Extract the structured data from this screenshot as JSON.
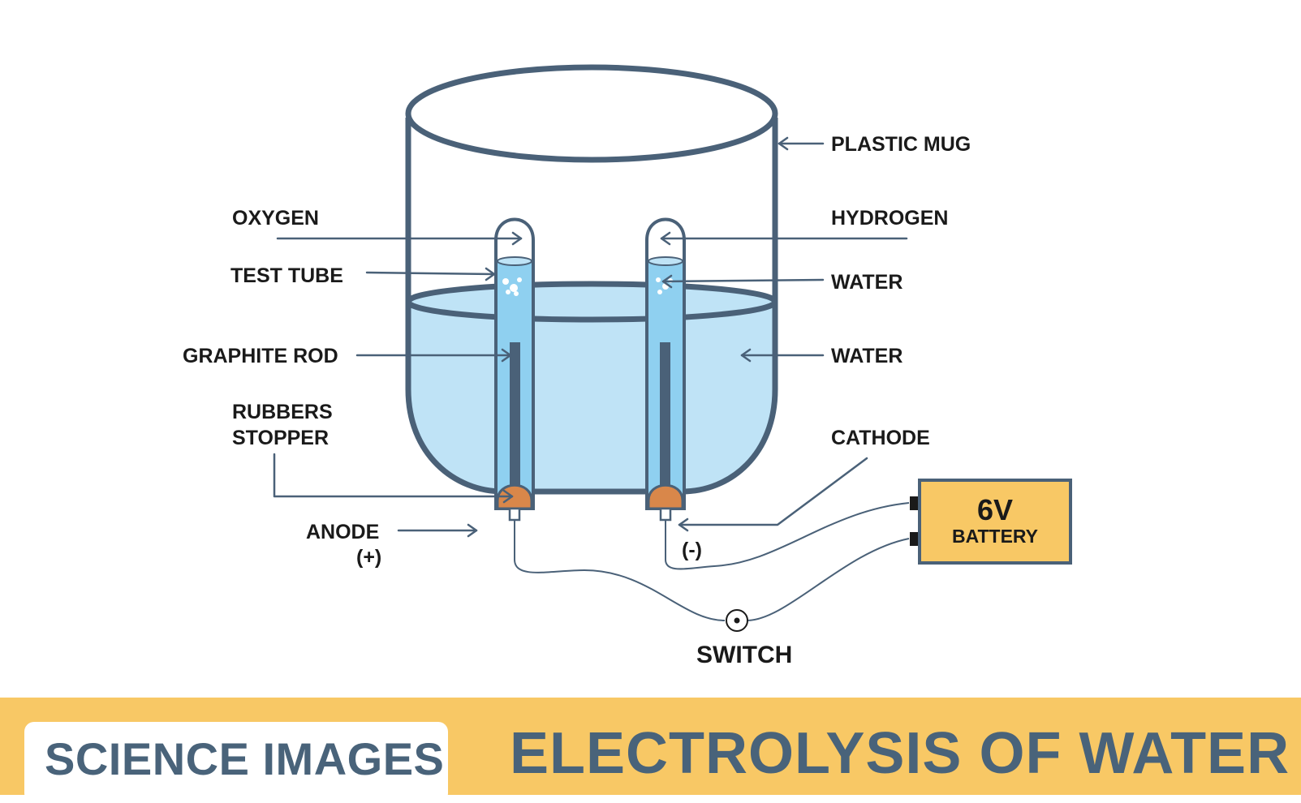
{
  "labels": {
    "plastic_mug": "PLASTIC MUG",
    "oxygen": "OXYGEN",
    "hydrogen": "HYDROGEN",
    "test_tube": "TEST TUBE",
    "water_tube": "WATER",
    "graphite_rod": "GRAPHITE ROD",
    "water_mug": "WATER",
    "rubbers": "RUBBERS",
    "stopper": "STOPPER",
    "cathode": "CATHODE",
    "anode": "ANODE",
    "anode_sign": "(+)",
    "cathode_sign": "(-)",
    "switch": "SWITCH",
    "battery_voltage": "6V",
    "battery": "BATTERY"
  },
  "footer": {
    "badge": "SCIENCE IMAGES",
    "title": "ELECTROLYSIS OF WATER"
  },
  "colors": {
    "outline": "#4a6178",
    "water": "#bfe3f6",
    "tube_water": "#8fd0f0",
    "stopper": "#d9874a",
    "battery": "#f8c865",
    "footer": "#f8c865",
    "title_text": "#49637a"
  }
}
